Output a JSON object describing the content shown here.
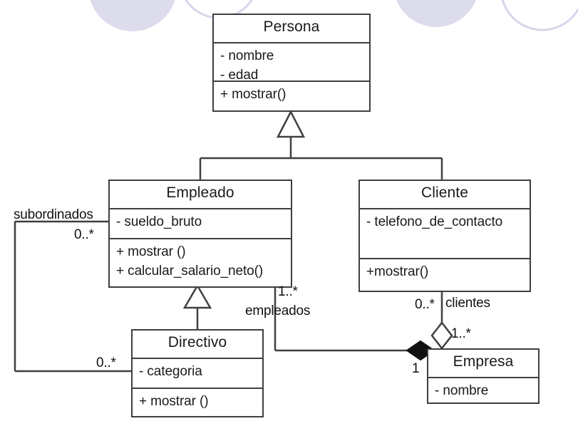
{
  "diagram": {
    "title": "UML Class Diagram",
    "type": "uml-class-diagram",
    "stroke_color": "#3f3f3f",
    "text_color": "#1a1a1a",
    "background": "#ffffff",
    "decoration_fill": "#dcdced",
    "decoration_stroke": "#d6d6ea"
  },
  "classes": [
    {
      "id": "persona",
      "name": "Persona",
      "attributes": [
        "- nombre",
        "- edad"
      ],
      "operations": [
        "+ mostrar()"
      ]
    },
    {
      "id": "empleado",
      "name": "Empleado",
      "attributes": [
        "- sueldo_bruto"
      ],
      "operations": [
        "+ mostrar ()",
        "+ calcular_salario_neto()"
      ]
    },
    {
      "id": "cliente",
      "name": "Cliente",
      "attributes": [
        "- telefono_de_contacto"
      ],
      "operations": [
        "+mostrar()"
      ]
    },
    {
      "id": "directivo",
      "name": "Directivo",
      "attributes": [
        "- categoria"
      ],
      "operations": [
        "+ mostrar ()"
      ]
    },
    {
      "id": "empresa",
      "name": "Empresa",
      "attributes": [
        "- nombre"
      ],
      "operations": []
    }
  ],
  "relationships": [
    {
      "id": "empleado-generalizes-persona",
      "type": "generalization",
      "from": "Empleado",
      "to": "Persona"
    },
    {
      "id": "cliente-generalizes-persona",
      "type": "generalization",
      "from": "Cliente",
      "to": "Persona"
    },
    {
      "id": "directivo-generalizes-empleado",
      "type": "generalization",
      "from": "Directivo",
      "to": "Empleado"
    },
    {
      "id": "directivo-empleado-subordinados",
      "type": "association",
      "from": "Directivo",
      "to": "Empleado",
      "role": "subordinados",
      "source_multiplicity": "0..*",
      "target_multiplicity": "0..*"
    },
    {
      "id": "empresa-composition-empleado",
      "type": "composition",
      "from": "Empresa",
      "to": "Empleado",
      "role": "empleados",
      "source_multiplicity": "1",
      "target_multiplicity": "1..*"
    },
    {
      "id": "empresa-aggregation-cliente",
      "type": "aggregation",
      "from": "Empresa",
      "to": "Cliente",
      "role": "clientes",
      "source_multiplicity": "1..*",
      "target_multiplicity": "0..*"
    }
  ],
  "edge_labels": {
    "subordinados": "subordinados",
    "subordinados_empleado_mult": "0..*",
    "subordinados_directivo_mult": "0..*",
    "empleados": "empleados",
    "empleados_mult": "1..*",
    "empresa_empleados_mult": "1",
    "clientes": "clientes",
    "clientes_mult": "0..*",
    "empresa_clientes_mult": "1..*"
  }
}
